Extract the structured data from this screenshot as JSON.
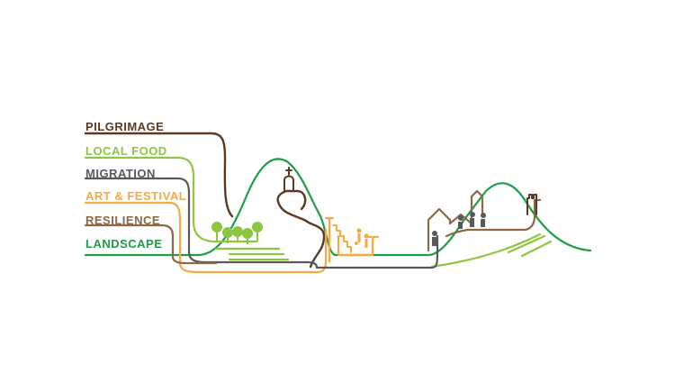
{
  "themes": [
    {
      "key": "pilgrimage",
      "label": "PILGRIMAGE",
      "color": "#5a3a22"
    },
    {
      "key": "localfood",
      "label": "LOCAL FOOD",
      "color": "#8cc63f"
    },
    {
      "key": "migration",
      "label": "MIGRATION",
      "color": "#58595b"
    },
    {
      "key": "art",
      "label": "ART & FESTIVAL",
      "color": "#f7a943"
    },
    {
      "key": "resilience",
      "label": "RESILIENCE",
      "color": "#8b6848"
    },
    {
      "key": "landscape",
      "label": "LANDSCAPE",
      "color": "#1e9c46"
    }
  ]
}
